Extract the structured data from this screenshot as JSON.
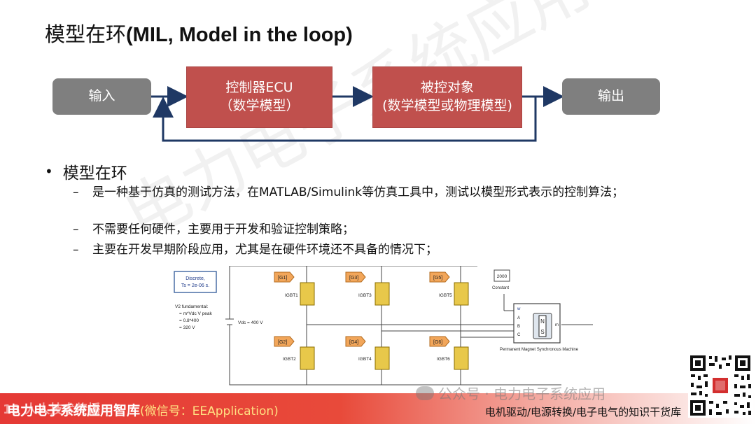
{
  "title": {
    "cn": "模型在环",
    "en": "(MIL, Model in the loop)"
  },
  "diagram": {
    "input": "输入",
    "controller_line1": "控制器ECU",
    "controller_line2": "（数学模型）",
    "plant_line1": "被控对象",
    "plant_line2": "(数学模型或物理模型)",
    "output": "输出"
  },
  "bullet": "模型在环",
  "subs": [
    "是一种基于仿真的测试方法，在MATLAB/Simulink等仿真工具中，测试以模型形式表示的控制算法；",
    "不需要任何硬件，主要用于开发和验证控制策略；",
    "主要在开发早期阶段应用，尤其是在硬件环境还不具备的情况下；"
  ],
  "simulink": {
    "discrete_line1": "Discrete,",
    "discrete_line2": "Ts = 2e-06 s.",
    "v2_lines": [
      "V2 fundamental:",
      "= m*Vdc V peak",
      "= 0.8*400",
      "= 320 V"
    ],
    "vdc": "Vdc = 400 V",
    "gates_top": [
      "[G1]",
      "[G3]",
      "[G5]"
    ],
    "gates_bottom": [
      "[G2]",
      "[G4]",
      "[G6]"
    ],
    "igbt_top": [
      "IGBT1",
      "IGBT3",
      "IGBT5"
    ],
    "igbt_bottom": [
      "IGBT2",
      "IGBT4",
      "IGBT6"
    ],
    "const_value": "2000",
    "const_label": "Constant",
    "ports": [
      "w",
      "A",
      "B",
      "C"
    ],
    "m_label": "m",
    "motor_n": "N",
    "motor_s": "S",
    "motor_label": "Permanent Magnet Synchronous Machine"
  },
  "watermark": "电力电子系统应用智库",
  "footer": {
    "left": "电力电子系统应用智库",
    "wechat_id": "(微信号：EEApplication)",
    "right": "电机驱动/电源转换/电子电气的知识干货库",
    "wechat_overlay": "公众号 · 电力电子系统应用",
    "logo_overlay": "13 人人技术传播"
  },
  "colors": {
    "accent_red": "#c0504d",
    "gray_box": "#7f7f7f",
    "arrow": "#1f3864",
    "igbt_yellow": "#e8c84a",
    "goto_orange": "#f2a65a"
  }
}
